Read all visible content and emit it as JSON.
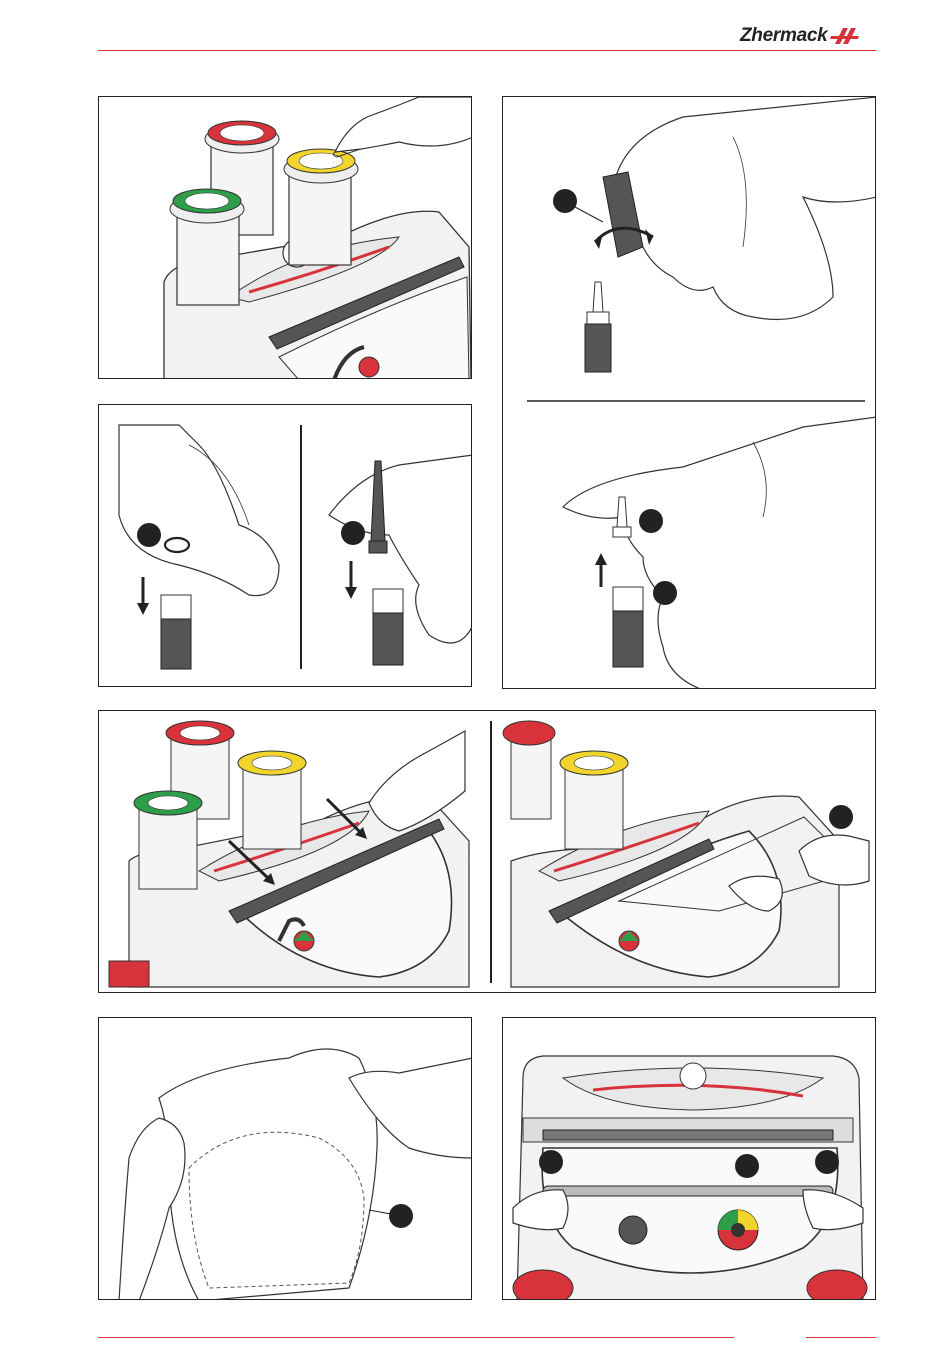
{
  "header": {
    "brand": "Zhermack",
    "accent_color": "#d8333a"
  },
  "figures": [
    {
      "id": "fig-1",
      "icon": "unit-jars-press-lid-illustration"
    },
    {
      "id": "fig-2",
      "icon": "nozzle-unscrew-illustration"
    },
    {
      "id": "fig-3",
      "icon": "ring-and-nozzle-removal-illustration"
    },
    {
      "id": "fig-4",
      "icon": "lid-frame-removal-illustration"
    },
    {
      "id": "fig-5",
      "icon": "filter-bag-illustration"
    },
    {
      "id": "fig-6",
      "icon": "front-view-rods-illustration"
    }
  ]
}
